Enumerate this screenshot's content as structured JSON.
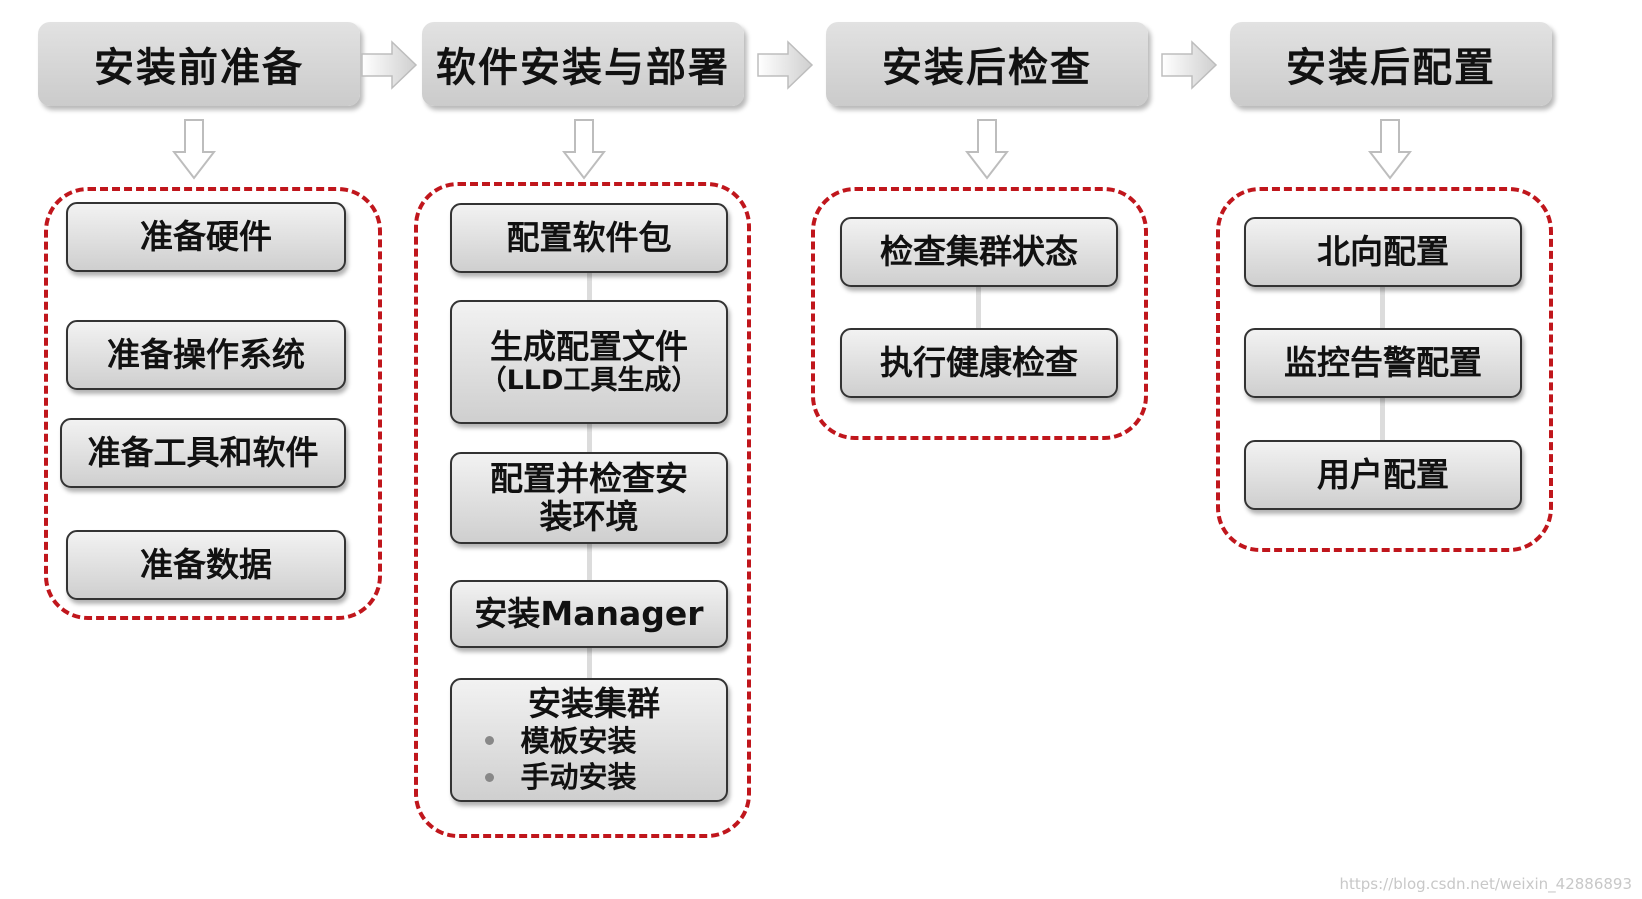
{
  "stages": [
    {
      "title": "安装前准备",
      "steps": [
        "准备硬件",
        "准备操作系统",
        "准备工具和软件",
        "准备数据"
      ]
    },
    {
      "title": "软件安装与部署",
      "steps": [
        {
          "title": "配置软件包"
        },
        {
          "title": "生成配置文件",
          "sub": "（LLD工具生成）"
        },
        {
          "title": "配置并检查安",
          "title2": "装环境"
        },
        {
          "title": "安装Manager"
        },
        {
          "title": "安装集群",
          "bullets": [
            "模板安装",
            "手动安装"
          ]
        }
      ]
    },
    {
      "title": "安装后检查",
      "steps": [
        "检查集群状态",
        "执行健康检查"
      ]
    },
    {
      "title": "安装后配置",
      "steps": [
        "北向配置",
        "监控告警配置",
        "用户配置"
      ]
    }
  ],
  "watermark": "https://blog.csdn.net/weixin_42886893",
  "colors": {
    "dashed_border": "#c0161c",
    "header_bg": "#d6d6d6",
    "box_bg": "#e2e2e2"
  }
}
